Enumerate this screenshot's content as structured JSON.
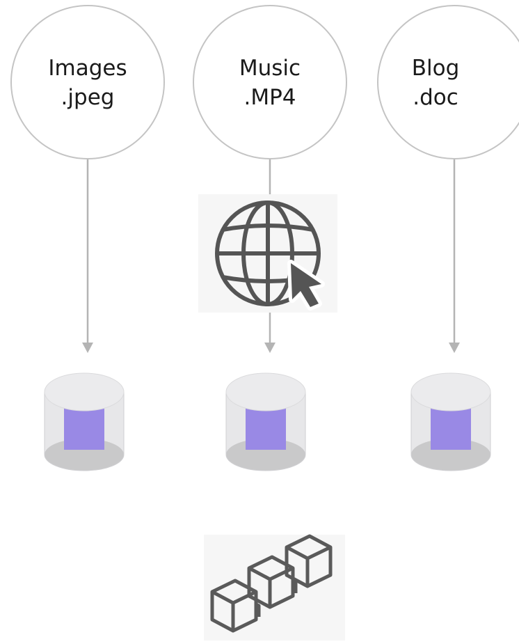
{
  "nodes": [
    {
      "name": "Images",
      "ext": ".jpeg"
    },
    {
      "name": "Music",
      "ext": ".MP4"
    },
    {
      "name": "Blog",
      "ext": ".doc"
    }
  ],
  "icons": {
    "web": "globe-with-cursor-icon",
    "storage": "storage-bucket-icon",
    "chain": "blockchain-blocks-icon"
  },
  "colors": {
    "node_stroke": "#c4c4c4",
    "connector": "#b4b4b4",
    "icon_dark": "#555555",
    "bucket_purple": "#8370e0",
    "bucket_pink": "#d4457f",
    "bucket_grey": "#bdbdbf",
    "bucket_light": "#e6e6e8"
  }
}
